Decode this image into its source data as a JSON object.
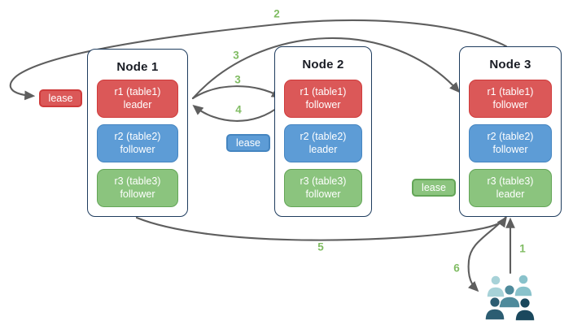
{
  "diagram_title": "range lease / leaseholder replication diagram",
  "nodes": [
    {
      "title": "Node 1",
      "replicas": [
        {
          "name": "r1 (table1)",
          "role": "leader",
          "color": "red"
        },
        {
          "name": "r2 (table2)",
          "role": "follower",
          "color": "blue"
        },
        {
          "name": "r3 (table3)",
          "role": "follower",
          "color": "green"
        }
      ]
    },
    {
      "title": "Node 2",
      "replicas": [
        {
          "name": "r1 (table1)",
          "role": "follower",
          "color": "red"
        },
        {
          "name": "r2 (table2)",
          "role": "leader",
          "color": "blue"
        },
        {
          "name": "r3 (table3)",
          "role": "follower",
          "color": "green"
        }
      ]
    },
    {
      "title": "Node 3",
      "replicas": [
        {
          "name": "r1 (table1)",
          "role": "follower",
          "color": "red"
        },
        {
          "name": "r2 (table2)",
          "role": "follower",
          "color": "blue"
        },
        {
          "name": "r3 (table3)",
          "role": "leader",
          "color": "green"
        }
      ]
    }
  ],
  "leases": [
    {
      "label": "lease",
      "color": "red"
    },
    {
      "label": "lease",
      "color": "blue"
    },
    {
      "label": "lease",
      "color": "green"
    }
  ],
  "steps": [
    "1",
    "2",
    "3",
    "3",
    "4",
    "5",
    "6"
  ],
  "icons": {
    "users": "users-group-icon"
  },
  "palette": {
    "bg": "#ffffff",
    "node_bg": "#ffffff",
    "node_border": "#1e3c5e",
    "title": "#191c24",
    "red_fill": "#db5858",
    "red_border": "#cf3b3b",
    "blue_fill": "#5d9cd6",
    "blue_border": "#4585c0",
    "green_fill": "#8bc47e",
    "green_border": "#63a557",
    "arrow": "#5e5e5e",
    "step": "#80bc63",
    "users_1": "#a7d2d8",
    "users_2": "#89c2cb",
    "users_3": "#4e8a9b",
    "users_4": "#2c5d72",
    "users_5": "#1a485d"
  }
}
